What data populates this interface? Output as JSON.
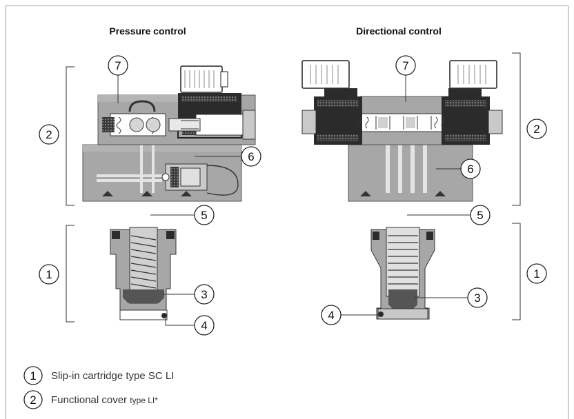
{
  "titles": {
    "left": "Pressure control",
    "right": "Directional control"
  },
  "callouts": [
    "1",
    "2",
    "3",
    "4",
    "5",
    "6",
    "7"
  ],
  "legend": [
    {
      "num": "1",
      "text": "Slip-in cartridge type SC LI",
      "suffix": ""
    },
    {
      "num": "2",
      "text": "Functional cover ",
      "suffix": "type LI*"
    }
  ],
  "colors": {
    "body_gray": "#a7a7a7",
    "light_gray": "#c9c9c9",
    "dark": "#2b2b2b",
    "white": "#ffffff"
  }
}
